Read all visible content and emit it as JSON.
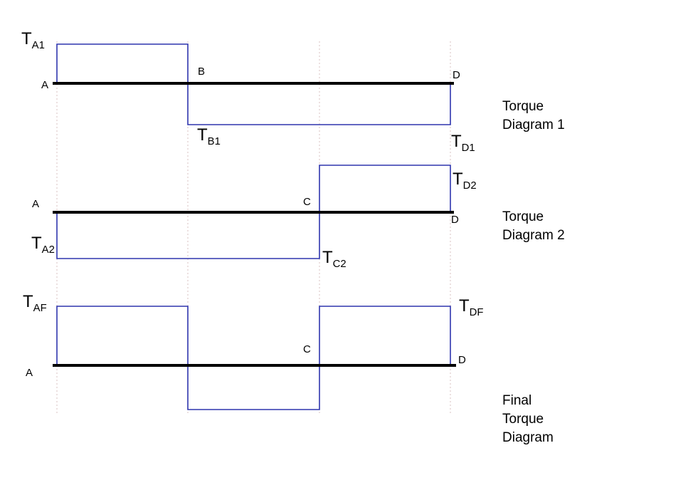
{
  "colors": {
    "diagram_blue": "#2e35ae",
    "axis_black": "#000000",
    "guide_dash": "#d9c2c2",
    "text": "#000000",
    "background": "#ffffff"
  },
  "diagram1": {
    "caption": "Torque Diagram 1",
    "labels": {
      "t_a1": {
        "main": "T",
        "sub": "A1"
      },
      "a": "A",
      "b": "B",
      "d": "D",
      "t_b1": {
        "main": "T",
        "sub": "B1"
      },
      "t_d1": {
        "main": "T",
        "sub": "D1"
      }
    }
  },
  "diagram2": {
    "caption": "Torque Diagram 2",
    "labels": {
      "a": "A",
      "t_a2": {
        "main": "T",
        "sub": "A2"
      },
      "c": "C",
      "t_c2": {
        "main": "T",
        "sub": "C2"
      },
      "t_d2": {
        "main": "T",
        "sub": "D2"
      },
      "d": "D"
    }
  },
  "diagram3": {
    "caption": "Final Torque Diagram",
    "labels": {
      "t_af": {
        "main": "T",
        "sub": "AF"
      },
      "a": "A",
      "c": "C",
      "d": "D",
      "t_df": {
        "main": "T",
        "sub": "DF"
      }
    }
  }
}
